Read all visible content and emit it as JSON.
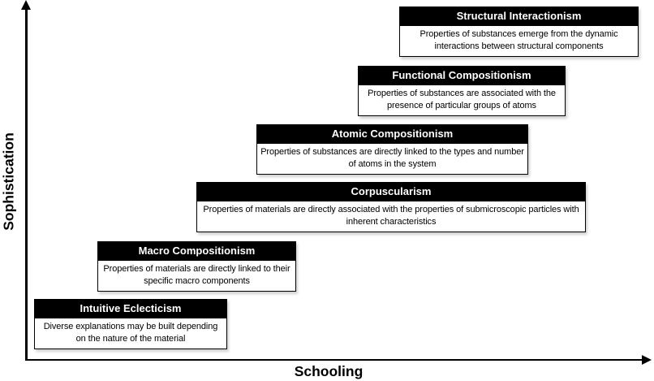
{
  "diagram": {
    "y_axis_label": "Sophistication",
    "x_axis_label": "Schooling",
    "steps": [
      {
        "title": "Intuitive Eclecticism",
        "description": "Diverse explanations may be built depending on the nature of the material"
      },
      {
        "title": "Macro Compositionism",
        "description": "Properties of materials are directly linked to their specific macro components"
      },
      {
        "title": "Corpuscularism",
        "description": "Properties of materials are directly associated with the properties of submicroscopic particles with inherent characteristics"
      },
      {
        "title": "Atomic Compositionism",
        "description": "Properties of substances are directly linked to the types and number of atoms in the system"
      },
      {
        "title": "Functional Compositionism",
        "description": "Properties of substances are associated with the presence of particular groups of atoms"
      },
      {
        "title": "Structural Interactionism",
        "description": "Properties of substances emerge from the dynamic interactions between structural components"
      }
    ]
  },
  "colors": {
    "background": "#ffffff",
    "box_header_bg": "#000000",
    "box_header_text": "#ffffff",
    "box_body_bg": "#ffffff",
    "box_border": "#000000",
    "axis": "#000000"
  }
}
